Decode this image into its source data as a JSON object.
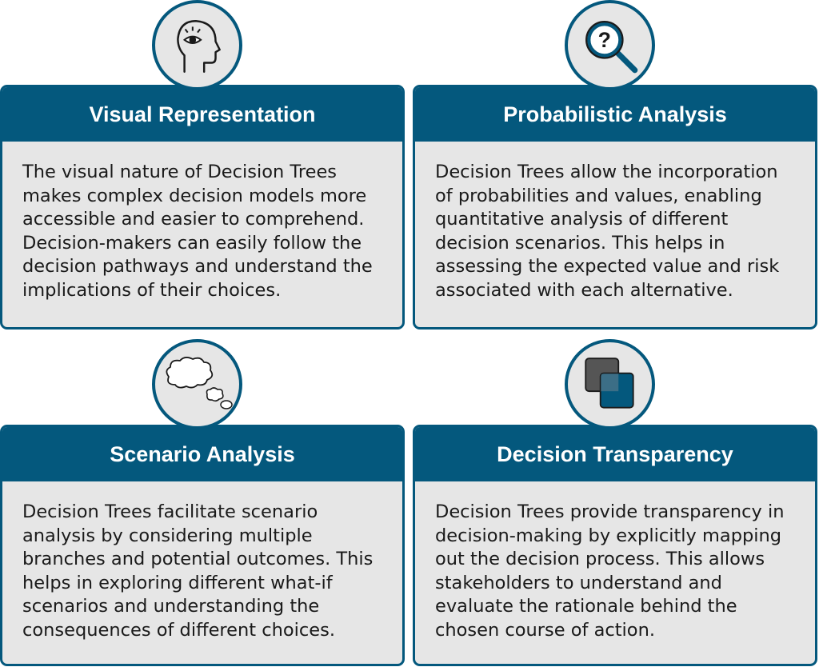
{
  "cards": [
    {
      "title": "Visual Representation",
      "icon": "head-with-eye-icon",
      "text": "The visual nature of Decision Trees makes complex decision models more accessible and easier to comprehend. Decision-makers can easily follow the decision pathways and understand the implications of their choices."
    },
    {
      "title": "Probabilistic Analysis",
      "icon": "magnifier-question-icon",
      "text": "Decision Trees allow the incorporation of probabilities and values, enabling quantitative analysis of different decision scenarios. This helps in assessing the expected value and risk associated with each alternative."
    },
    {
      "title": "Scenario Analysis",
      "icon": "thought-bubble-icon",
      "text": "Decision Trees facilitate scenario analysis by considering multiple branches and potential outcomes. This helps in exploring different what-if scenarios and understanding the consequences of different choices."
    },
    {
      "title": "Decision Transparency",
      "icon": "overlapping-squares-icon",
      "text": "Decision Trees provide transparency in decision-making by explicitly mapping out the decision process. This allows stakeholders to understand and evaluate the rationale behind the chosen course of action."
    }
  ],
  "colors": {
    "primary": "#04587d",
    "card_bg": "#e6e6e6",
    "text": "#1a1a1a",
    "dark_gray": "#555555"
  }
}
